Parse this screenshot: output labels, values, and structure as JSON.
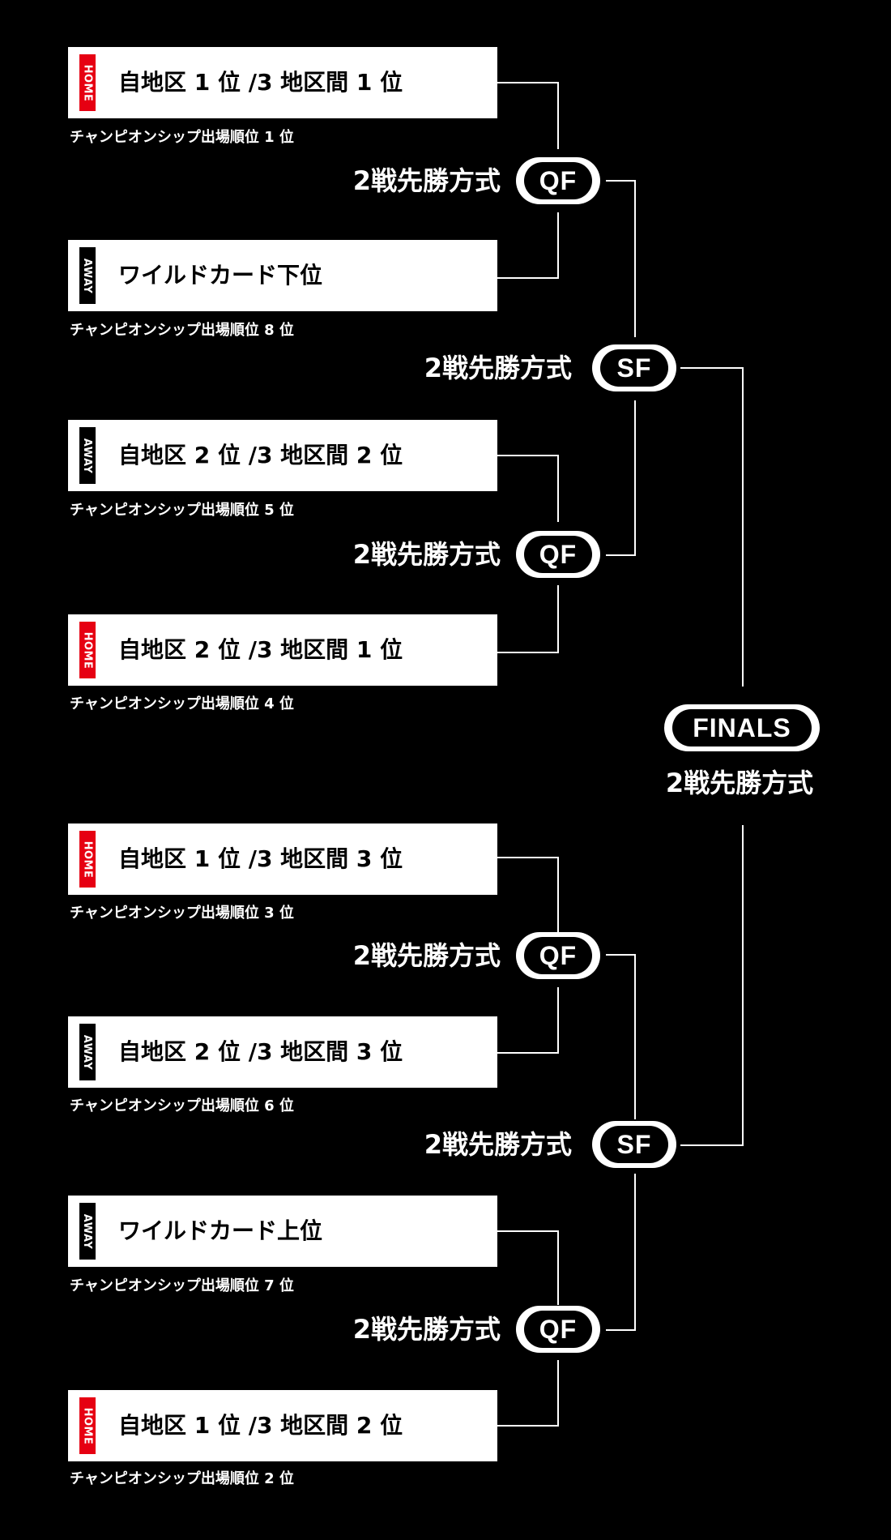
{
  "colors": {
    "background": "#000000",
    "card": "#ffffff",
    "home_badge": "#e60012",
    "away_badge": "#000000"
  },
  "teams": [
    {
      "badge": "HOME",
      "badge_color": "#e60012",
      "name": "自地区 1 位 /3 地区間 1 位",
      "seed_note": "チャンピオンシップ出場順位 1 位"
    },
    {
      "badge": "AWAY",
      "badge_color": "#000000",
      "name": "ワイルドカード下位",
      "seed_note": "チャンピオンシップ出場順位 8 位"
    },
    {
      "badge": "AWAY",
      "badge_color": "#000000",
      "name": "自地区 2 位 /3 地区間 2 位",
      "seed_note": "チャンピオンシップ出場順位 5 位"
    },
    {
      "badge": "HOME",
      "badge_color": "#e60012",
      "name": "自地区 2 位 /3 地区間 1 位",
      "seed_note": "チャンピオンシップ出場順位 4 位"
    },
    {
      "badge": "HOME",
      "badge_color": "#e60012",
      "name": "自地区 1 位 /3 地区間 3 位",
      "seed_note": "チャンピオンシップ出場順位 3 位"
    },
    {
      "badge": "AWAY",
      "badge_color": "#000000",
      "name": "自地区 2 位 /3 地区間 3 位",
      "seed_note": "チャンピオンシップ出場順位 6 位"
    },
    {
      "badge": "AWAY",
      "badge_color": "#000000",
      "name": "ワイルドカード上位",
      "seed_note": "チャンピオンシップ出場順位 7 位"
    },
    {
      "badge": "HOME",
      "badge_color": "#e60012",
      "name": "自地区 1 位 /3 地区間 2 位",
      "seed_note": "チャンピオンシップ出場順位 2 位"
    }
  ],
  "rounds": {
    "qf": [
      {
        "label": "QF",
        "series": "2戦先勝方式"
      },
      {
        "label": "QF",
        "series": "2戦先勝方式"
      },
      {
        "label": "QF",
        "series": "2戦先勝方式"
      },
      {
        "label": "QF",
        "series": "2戦先勝方式"
      }
    ],
    "sf": [
      {
        "label": "SF",
        "series": "2戦先勝方式"
      },
      {
        "label": "SF",
        "series": "2戦先勝方式"
      }
    ],
    "finals": {
      "label": "FINALS",
      "series": "2戦先勝方式"
    }
  }
}
